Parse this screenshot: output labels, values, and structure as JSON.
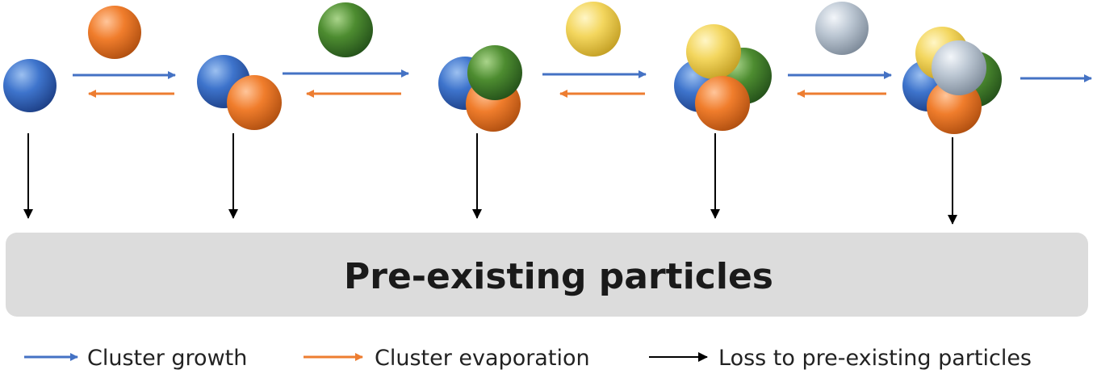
{
  "box": {
    "label": "Pre-existing particles"
  },
  "legend": {
    "growth": "Cluster growth",
    "evaporation": "Cluster evaporation",
    "loss": "Loss to pre-existing particles"
  },
  "colors": {
    "growth_arrow": "#4472c4",
    "evaporation_arrow": "#ed7d31",
    "loss_arrow": "#000000",
    "box_fill": "#dcdcdc",
    "sphere_blue": "#3a6fc8",
    "sphere_orange": "#ee7a2a",
    "sphere_green": "#4a8a2e",
    "sphere_yellow": "#f2d45a",
    "sphere_silver": "#b7c3d0"
  },
  "molecules": [
    "sphere_blue",
    "sphere_orange",
    "sphere_green",
    "sphere_yellow",
    "sphere_silver"
  ]
}
